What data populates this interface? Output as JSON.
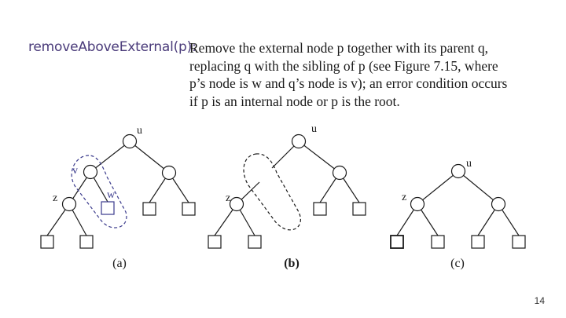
{
  "method": {
    "name": "removeAboveExternal(p):",
    "description_lines": [
      "Remove the external node p together with its parent q,",
      "replacing q with the sibling of p (see Figure 7.15, where",
      "p’s node is w and q’s node is v); an error condition occurs",
      "if p is an internal node or p is the root."
    ]
  },
  "figure": {
    "panels": [
      {
        "caption": "(a)",
        "labels": {
          "u": "u",
          "v": "v",
          "z": "z",
          "w": "w"
        }
      },
      {
        "caption": "(b)",
        "labels": {
          "u": "u",
          "z": "z"
        }
      },
      {
        "caption": "(c)",
        "labels": {
          "u": "u",
          "z": "z"
        }
      }
    ]
  },
  "colors": {
    "ink": "#1a1a1a",
    "highlight": "#3a3a8c"
  },
  "page_number": "14"
}
